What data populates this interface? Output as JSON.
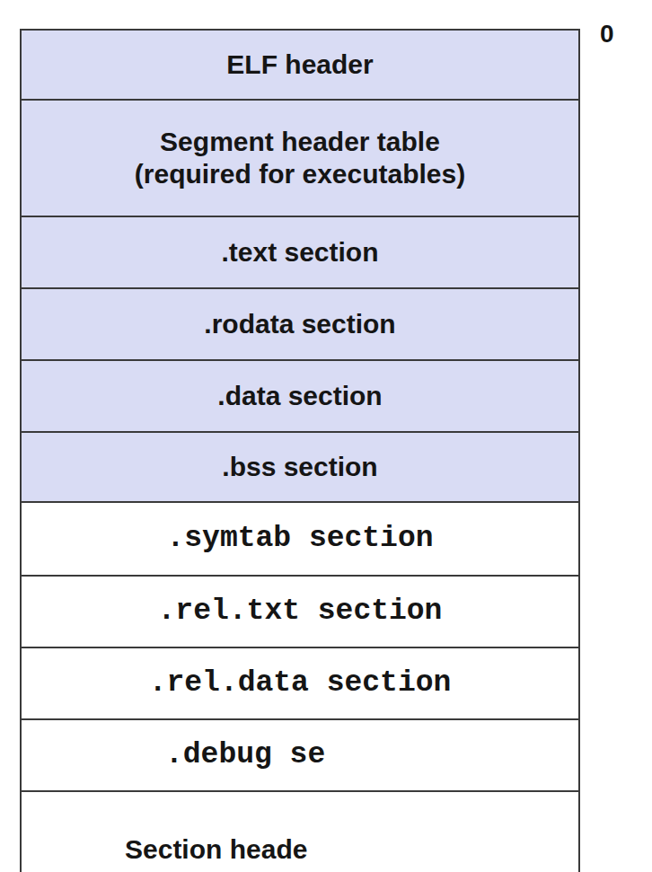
{
  "diagram": {
    "nodes": [
      {
        "text": [
          "ELF header"
        ]
      },
      {
        "text": [
          "Segment header table (required for executables)"
        ]
      },
      {
        "text": [
          ".text section"
        ]
      },
      {
        "text": [
          ".rodata section"
        ]
      },
      {
        "text": [
          ".data section"
        ]
      },
      {
        "text": [
          ".bss section"
        ]
      },
      {
        "text": [
          ".symtab section"
        ]
      },
      {
        "text": [
          ".rel.txt section"
        ]
      },
      {
        "text": [
          ".rel.data section"
        ]
      },
      {
        "text": [
          ".debug se"
        ]
      },
      {
        "text": [
          "Section heade"
        ]
      }
    ],
    "labels": [
      "0"
    ]
  }
}
